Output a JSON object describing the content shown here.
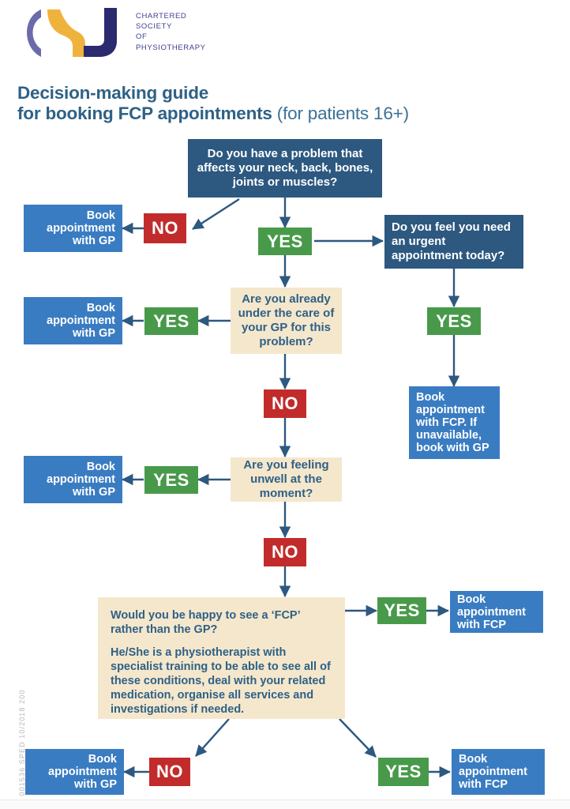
{
  "logo": {
    "lines": [
      "CHARTERED",
      "SOCIETY",
      "OF",
      "PHYSIOTHERAPY"
    ],
    "colors": {
      "arc_purple": "#6b6bab",
      "swoosh_gold": "#efb33d",
      "hook_navy": "#2b2a6e",
      "text": "#3f3f8f"
    }
  },
  "title": {
    "line1": "Decision-making guide",
    "line2_bold": "for booking FCP appointments ",
    "line2_light": "(for patients 16+)"
  },
  "colors": {
    "dark_blue": "#2d5880",
    "cream": "#f5e7cc",
    "medium_blue": "#3a7cc2",
    "green": "#489a4a",
    "red": "#c22b2b",
    "title_blue": "#2e6186",
    "arrow": "#2d5880"
  },
  "labels": {
    "yes": "YES",
    "no": "NO"
  },
  "nodes": {
    "q1": "Do you have a problem that affects your neck, back, bones, joints or muscles?",
    "q_urgent": "Do you feel you need an urgent appointment today?",
    "q_under_care": "Are you already under the care of your GP for this problem?",
    "q_unwell": "Are you feeling unwell at the moment?",
    "q_fcp_title": "Would you be happy to see a ‘FCP’ rather than the GP?",
    "q_fcp_body": "He/She is a physiotherapist with specialist training to be able to see all of these conditions, deal with your related medication, organise all services and investigations if needed.",
    "book_gp": "Book appointment with GP",
    "book_fcp": "Book appointment with FCP",
    "book_fcp_fallback": "Book appointment with FCP. If unavailable, book with GP"
  },
  "footer": {
    "code": "001536 SPED 10/2018 200"
  },
  "chart_data": {
    "type": "flowchart",
    "title": "Decision-making guide for booking FCP appointments (for patients 16+)",
    "nodes": [
      {
        "id": "q1",
        "kind": "question",
        "text": "Do you have a problem that affects your neck, back, bones, joints or muscles?"
      },
      {
        "id": "gp1",
        "kind": "outcome",
        "text": "Book appointment with GP"
      },
      {
        "id": "q_urgent",
        "kind": "question",
        "text": "Do you feel you need an urgent appointment today?"
      },
      {
        "id": "fcp_fallback",
        "kind": "outcome",
        "text": "Book appointment with FCP. If unavailable, book with GP"
      },
      {
        "id": "q_under_care",
        "kind": "question",
        "text": "Are you already under the care of your GP for this problem?"
      },
      {
        "id": "gp2",
        "kind": "outcome",
        "text": "Book appointment with GP"
      },
      {
        "id": "q_unwell",
        "kind": "question",
        "text": "Are you feeling unwell at the moment?"
      },
      {
        "id": "gp3",
        "kind": "outcome",
        "text": "Book appointment with GP"
      },
      {
        "id": "q_fcp",
        "kind": "question",
        "text": "Would you be happy to see a ‘FCP’ rather than the GP?"
      },
      {
        "id": "fcp1",
        "kind": "outcome",
        "text": "Book appointment with FCP"
      },
      {
        "id": "gp4",
        "kind": "outcome",
        "text": "Book appointment with GP"
      },
      {
        "id": "fcp2",
        "kind": "outcome",
        "text": "Book appointment with FCP"
      }
    ],
    "edges": [
      {
        "from": "q1",
        "to": "gp1",
        "label": "NO"
      },
      {
        "from": "q1",
        "to": "q_urgent",
        "label": "YES"
      },
      {
        "from": "q_urgent",
        "to": "fcp_fallback",
        "label": "YES"
      },
      {
        "from": "q1",
        "to": "q_under_care",
        "label": "YES"
      },
      {
        "from": "q_under_care",
        "to": "gp2",
        "label": "YES"
      },
      {
        "from": "q_under_care",
        "to": "q_unwell",
        "label": "NO"
      },
      {
        "from": "q_unwell",
        "to": "gp3",
        "label": "YES"
      },
      {
        "from": "q_unwell",
        "to": "q_fcp",
        "label": "NO"
      },
      {
        "from": "q_fcp",
        "to": "fcp1",
        "label": "YES"
      },
      {
        "from": "q_fcp",
        "to": "gp4",
        "label": "NO"
      },
      {
        "from": "q_fcp",
        "to": "fcp2",
        "label": "YES"
      }
    ]
  }
}
